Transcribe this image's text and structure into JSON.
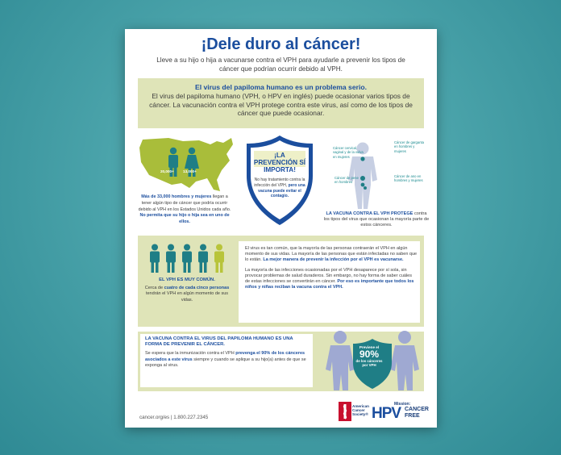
{
  "title": "¡Dele duro al cáncer!",
  "subtitle": "Lleve a su hijo o hija a vacunarse contra el VPH para ayudarle a prevenir los tipos de cáncer que podrían ocurrir debido al VPH.",
  "intro": {
    "heading": "El virus del papiloma humano es un problema serio.",
    "body": "El virus del papiloma humano (VPH, o HPV en inglés) puede ocasionar varios tipos de cáncer. La vacunación contra el VPH protege contra este virus, así como de los tipos de cáncer que puede ocasionar."
  },
  "map": {
    "men_count": "20,000+",
    "women_count": "13,000+",
    "caption_hl": "Más de 33,000 hombres y mujeres",
    "caption_mid": " llegan a tener algún tipo de cáncer que podría ocurrir debido al VPH en los Estados Unidos cada año. ",
    "caption_end": "No permita que su hijo o hija sea en uno de ellos."
  },
  "prevention": {
    "heading": "¡LA PREVENCIÓN SÍ IMPORTA!",
    "body_a": "No hay tratamiento contra la infección del VPH, ",
    "body_b": "pero una vacuna puede evitar el contagio."
  },
  "body_labels": {
    "cervical": "Cáncer cervical, vaginal y de la vulva en mujeres",
    "throat": "Cáncer de garganta en hombres y mujeres",
    "penile": "Cáncer de pene en hombres",
    "anal": "Cáncer de ano en hombres y mujeres"
  },
  "vaccine_protects": {
    "hl": "LA VACUNA CONTRA EL VPH PROTEGE",
    "rest": " contra los tipos del virus que ocasionan la mayoría parte de estos cánceres."
  },
  "common": {
    "heading": "EL VPH ES MUY COMÚN.",
    "a": "Cerca de ",
    "hl": "cuatro de cada cinco personas",
    "b": " tendrán el VPH en algún momento de sus vidas."
  },
  "info": {
    "p1_a": "El virus es tan común, que la mayoría de las personas contraerán el VPH en algún momento de sus vidas. La mayoría de las personas que están infectadas no saben que lo están. ",
    "p1_hl": "La mejor manera de prevenir la infección por el VPH es vacunarse.",
    "p2_a": "La mayoría de las infecciones ocasionadas por el VPH desaparece por sí sola, sin provocar problemas de salud duraderos. Sin embargo, no hay forma de saber cuáles de estas infecciones se convertirán en cáncer. ",
    "p2_hl": "Por eso es importante que todos los niños y niñas reciban la vacuna contra el VPH."
  },
  "cancer_vaccine": {
    "heading": "LA VACUNA CONTRA EL VIRUS DEL PAPILOMA HUMANO ES UNA FORMA DE PREVENIR EL CÁNCER.",
    "a": "Se espera que la inmunización contra el VPH ",
    "hl": "prevenga el 90% de los cánceres asociados a este virus",
    "b": " siempre y cuando se aplique a su hijo(a) antes de que se exponga al virus."
  },
  "badge": {
    "top": "Previene el",
    "percent": "90%",
    "bottom": "de los cánceres por VPH"
  },
  "footer": {
    "contact": "cancer.org/es   |   1.800.227.2345",
    "acs": [
      "American",
      "Cancer",
      "Society®"
    ],
    "mission": "Mission:",
    "hpv": "HPV",
    "cancer": "CANCER",
    "free": "FREE"
  },
  "colors": {
    "navy": "#1b4e9e",
    "teal": "#1a8a8f",
    "band": "#dfe4b8",
    "map_green": "#a9bd3a",
    "person_teal": "#1f7e86",
    "person_green": "#b8c43a",
    "acs_red": "#c8102e"
  }
}
